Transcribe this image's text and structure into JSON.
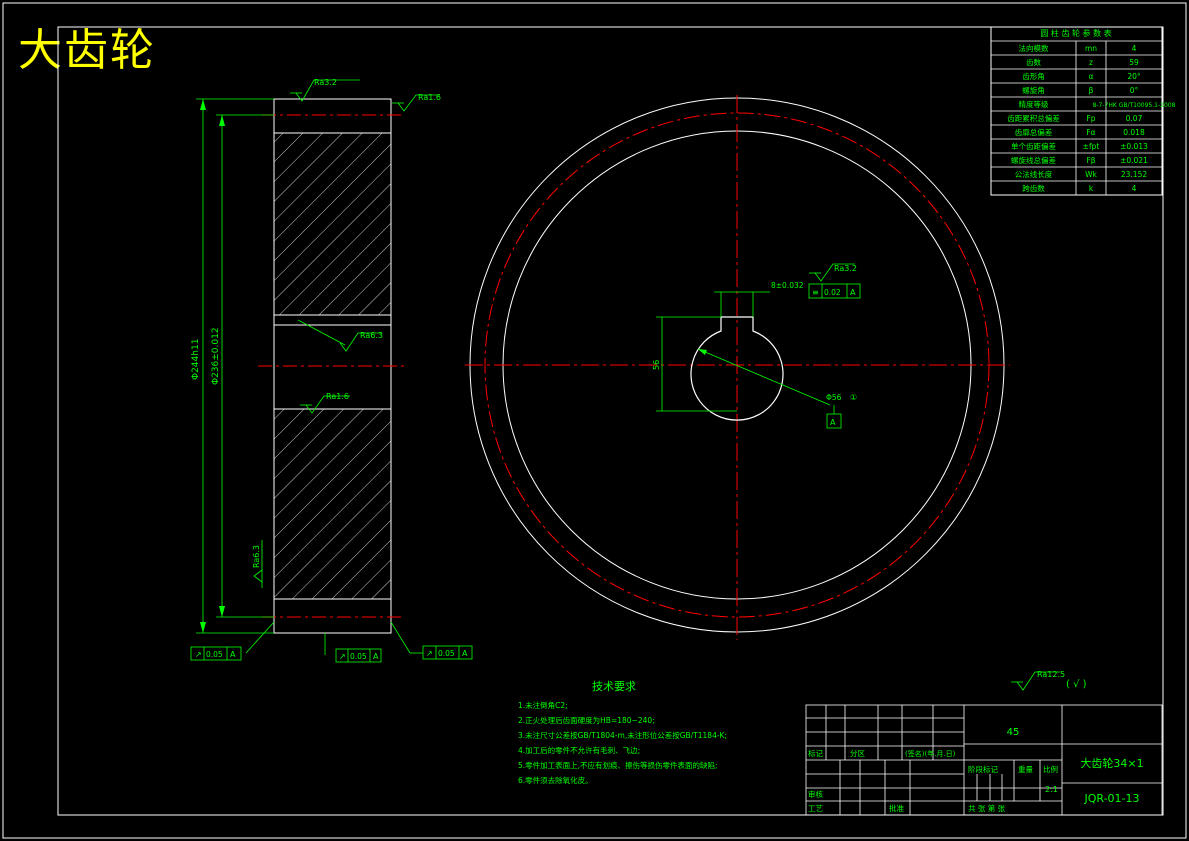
{
  "title": "大齿轮",
  "colors": {
    "frame": "#ffffff",
    "green": "#00ff00",
    "red": "#ff0000",
    "yellow": "#ffff00"
  },
  "param_table": {
    "header": "圆 柱 齿 轮 参 数 表",
    "rows": [
      [
        "法向模数",
        "mn",
        "4"
      ],
      [
        "齿数",
        "z",
        "59"
      ],
      [
        "齿形角",
        "α",
        "20°"
      ],
      [
        "螺旋角",
        "β",
        "0°"
      ],
      [
        "精度等级",
        "",
        "8-7-7HK GB/T10095.1-2008"
      ],
      [
        "齿距累积总偏差",
        "Fp",
        "0.07"
      ],
      [
        "齿廓总偏差",
        "Fα",
        "0.018"
      ],
      [
        "单个齿距偏差",
        "±fpt",
        "±0.013"
      ],
      [
        "螺旋线总偏差",
        "Fβ",
        "±0.021"
      ],
      [
        "公法线长度",
        "Wk",
        "23.152"
      ],
      [
        "跨齿数",
        "k",
        "4"
      ]
    ]
  },
  "side_view": {
    "roughness_top_left": "Ra3.2",
    "roughness_top_right": "Ra1.6",
    "roughness_mid": "Ra6.3",
    "roughness_lower": "Ra1.6",
    "roughness_left": "Ra6.3",
    "dim_outer": "Φ244h11",
    "dim_pitch": "Φ236±0.012",
    "tol_left": "0.05",
    "tol_mid": "0.05",
    "tol_right": "0.05",
    "datum": "A"
  },
  "front_view": {
    "keyway_dim": "8±0.032",
    "keyway_sym": "0.02",
    "keyway_rough": "Ra3.2",
    "bore_dim": "56",
    "bore_label": "Φ56",
    "bore_note": "①",
    "datum": "A"
  },
  "roughness_general": {
    "label": "Ra12.5",
    "paren": "(  √  )"
  },
  "tech_req": {
    "title": "技术要求",
    "items": [
      "1.未注倒角C2;",
      "2.正火处理后齿面硬度为HB=180~240;",
      "3.未注尺寸公差按GB/T1804-m,未注形位公差按GB/T1184-K;",
      "4.加工后的零件不允许有毛刺、飞边;",
      "5.零件加工表面上,不应有划痕、擦伤等损伤零件表面的缺陷;",
      "6.零件须去除氧化皮。"
    ]
  },
  "title_block": {
    "material": "45",
    "part_name": "大齿轮34×1",
    "drawing_no": "JQR-01-13",
    "labels": {
      "mark": "标记",
      "zone": "分区",
      "sign_date": "(签名)(年.月.日)",
      "stage": "阶段标记",
      "weight": "重量",
      "scale_lbl": "比例",
      "scale": "2:1",
      "review": "审核",
      "craft": "工艺",
      "approve": "批准",
      "sheets": "共    张    第    张"
    }
  }
}
